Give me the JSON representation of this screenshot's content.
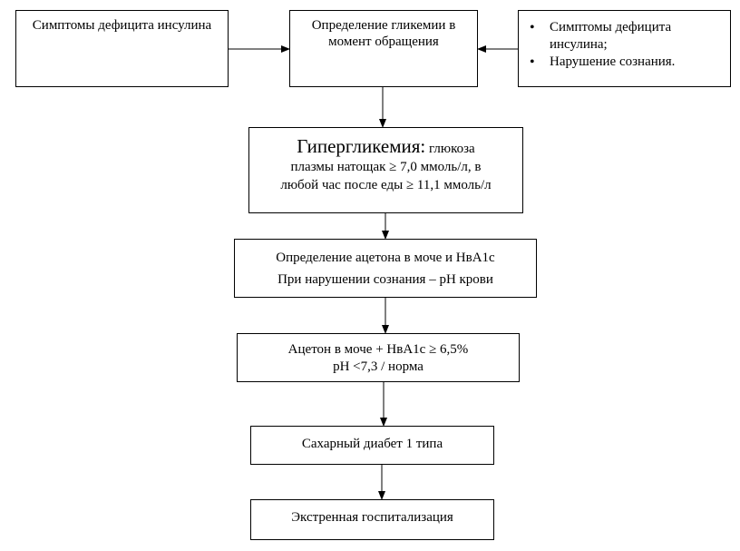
{
  "boxes": {
    "symptoms_left": "Симптомы дефицита инсулина",
    "glycemia": "Определение гликемии в момент обращения",
    "right_items": [
      "Симптомы дефицита инсулина;",
      "Нарушение  сознания."
    ],
    "hyperglycemia": {
      "title": "Гипергликемия:",
      "line1": " глюкоза",
      "line2": "плазмы натощак ≥ 7,0 ммоль/л, в",
      "line3": "любой час после еды ≥ 11,1 ммоль/л"
    },
    "acetone_test": {
      "line1": "Определение ацетона в моче и НвА1с",
      "line2": "При нарушении сознания – рН крови"
    },
    "acetone_result": {
      "line1": "Ацетон в моче + НвА1с ≥ 6,5%",
      "line2": "рН <7,3 / норма"
    },
    "diabetes": "Сахарный диабет 1 типа",
    "hospital": "Экстренная госпитализация"
  }
}
